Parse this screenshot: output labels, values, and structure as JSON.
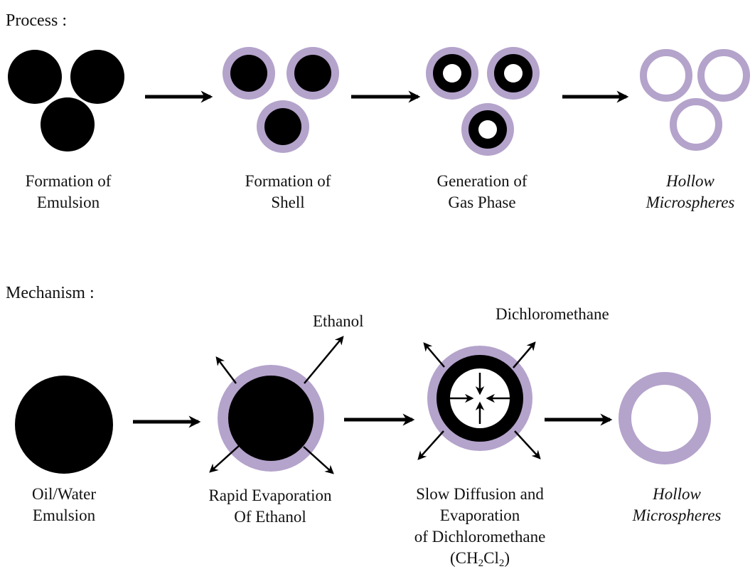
{
  "process": {
    "heading": "Process :",
    "steps": [
      {
        "line1": "Formation of",
        "line2": "Emulsion"
      },
      {
        "line1": "Formation of",
        "line2": "Shell"
      },
      {
        "line1": "Generation of",
        "line2": "Gas Phase"
      },
      {
        "line1": "Hollow",
        "line2": "Microspheres"
      }
    ]
  },
  "mechanism": {
    "heading": "Mechanism :",
    "ethanol_label": "Ethanol",
    "dichloromethane_label": "Dichloromethane",
    "steps": [
      {
        "line1": "Oil/Water",
        "line2": "Emulsion"
      },
      {
        "line1": "Rapid Evaporation",
        "line2": "Of Ethanol"
      },
      {
        "line1": "Slow Diffusion and",
        "line2": "Evaporation",
        "line3": "of Dichloromethane",
        "formula": {
          "open": "(CH",
          "sub1": "2",
          "mid": "Cl",
          "sub2": "2",
          "close": ")"
        }
      },
      {
        "line1": "Hollow",
        "line2": "Microspheres"
      }
    ]
  },
  "colors": {
    "shell": "#b4a3cb",
    "core": "#000000",
    "arrow": "#000000",
    "background": "#ffffff"
  }
}
